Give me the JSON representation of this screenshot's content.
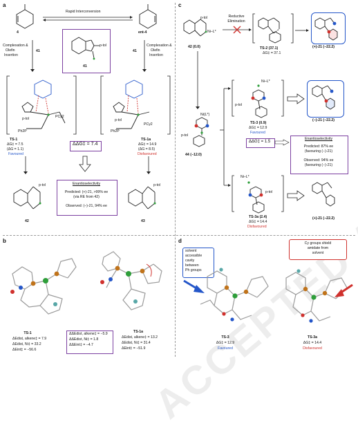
{
  "watermark": "ACCEPTED ARTICLE PREVIEW",
  "panels": {
    "a": "a",
    "b": "b",
    "c": "c",
    "d": "d"
  },
  "panel_a": {
    "cmpd_4": "4",
    "cmpd_ent4": "ent-4",
    "rapid": "Rapid Interconversion",
    "cmpd_41": "41",
    "label_41_a": "41",
    "label_41_b": "41",
    "complexation_l": "Complexation &",
    "olefin_l": "Olefin",
    "insertion_l": "Insertion",
    "complexation_r": "Complexation &",
    "olefin_r": "Olefin",
    "insertion_r": "Insertion",
    "ptol": "p-tol",
    "ts1": "TS-1",
    "ts1_dg": "ΔG‡ = 7.5",
    "ts1_dg2": "(ΔG = 1.1)",
    "ts1_status": "Favoured",
    "ts1a": "TS-1a",
    "ts1a_dg": "ΔG‡ = 14.9",
    "ts1a_dg2": "(ΔG = 8.5)",
    "ts1a_status": "Disfavoured",
    "ddg": "ΔΔG‡ = 7.4",
    "enantio_title": "Enantioselectivity",
    "predicted": "Predicted: (+)-21, >99% ee",
    "predicted2": "(via RE from 42)",
    "observed": "Observed: (–)-21, 94% ee",
    "cmpd_42": "42",
    "cmpd_43": "43",
    "pcy2_l": "PCy2",
    "ph2p": "Ph2P",
    "pcy2_r": "PCy2",
    "ph2p_r": "Ph2P"
  },
  "panel_c": {
    "c42": "42 (0.0)",
    "reductive": "Reductive",
    "elimination": "Elimination",
    "ts2": "TS-2 (37.1)",
    "ts2_dg": "ΔG‡ = 37.1",
    "p21_top": "(+)-21 (−22.2)",
    "ts3": "TS-3 (0.9)",
    "ts3_dg": "ΔG‡ = 12.9",
    "ts3_status": "Favoured",
    "m21": "(−)-21 (−22.2)",
    "c44": "44 (−12.0)",
    "ddg": "ΔΔG‡ = 1.5",
    "enantio_title": "Enantioselectivity",
    "predicted": "Predicted: 87% ee",
    "predicted2": "(favouring (−)-21)",
    "observed": "Observed: 94% ee",
    "observed2": "(favouring (−)-21)",
    "ts3a": "TS-3a (2.4)",
    "ts3a_dg": "ΔG‡ = 14.4",
    "ts3a_status": "Disfavoured",
    "p21_bot": "(+)-21 (−22.2)",
    "ptol": "p-tol",
    "nil": "Ni–L*",
    "nil2": "Ni(L*)"
  },
  "panel_b": {
    "ts1": "TS-1",
    "ts1_l1": "ΔEdist, alkene‡ = 7.9",
    "ts1_l2": "ΔEdist, Ni‡ = 33.2",
    "ts1_l3": "ΔEint‡ = −56.6",
    "box_l1": "ΔΔEdist, alkene‡ = −5.9",
    "box_l2": "ΔΔEdist, Ni‡ = 1.8",
    "box_l3": "ΔΔEint‡ = −4.7",
    "ts1a": "TS-1a",
    "ts1a_l1": "ΔEdist, alkene‡ = 13.2",
    "ts1a_l2": "ΔEdist, Ni‡ = 31.4",
    "ts1a_l3": "ΔEint‡ = −51.9"
  },
  "panel_d": {
    "solvent_box": [
      "solvent",
      "accessible",
      "cavity",
      "between",
      "Ph groups"
    ],
    "cy_box": [
      "Cy groups shield",
      "amidate from",
      "solvent"
    ],
    "ts3": "TS-3",
    "ts3_dg": "ΔG‡ = 12.9",
    "ts3_status": "Favoured",
    "ts3a": "TS-3a",
    "ts3a_dg": "ΔG‡ = 14.4",
    "ts3a_status": "Disfavoured"
  },
  "colors": {
    "blue": "#2456c9",
    "red": "#d0312d",
    "purple": "#7b3fa0",
    "ni_green": "#2e9e3a",
    "p_orange": "#c0731a"
  }
}
